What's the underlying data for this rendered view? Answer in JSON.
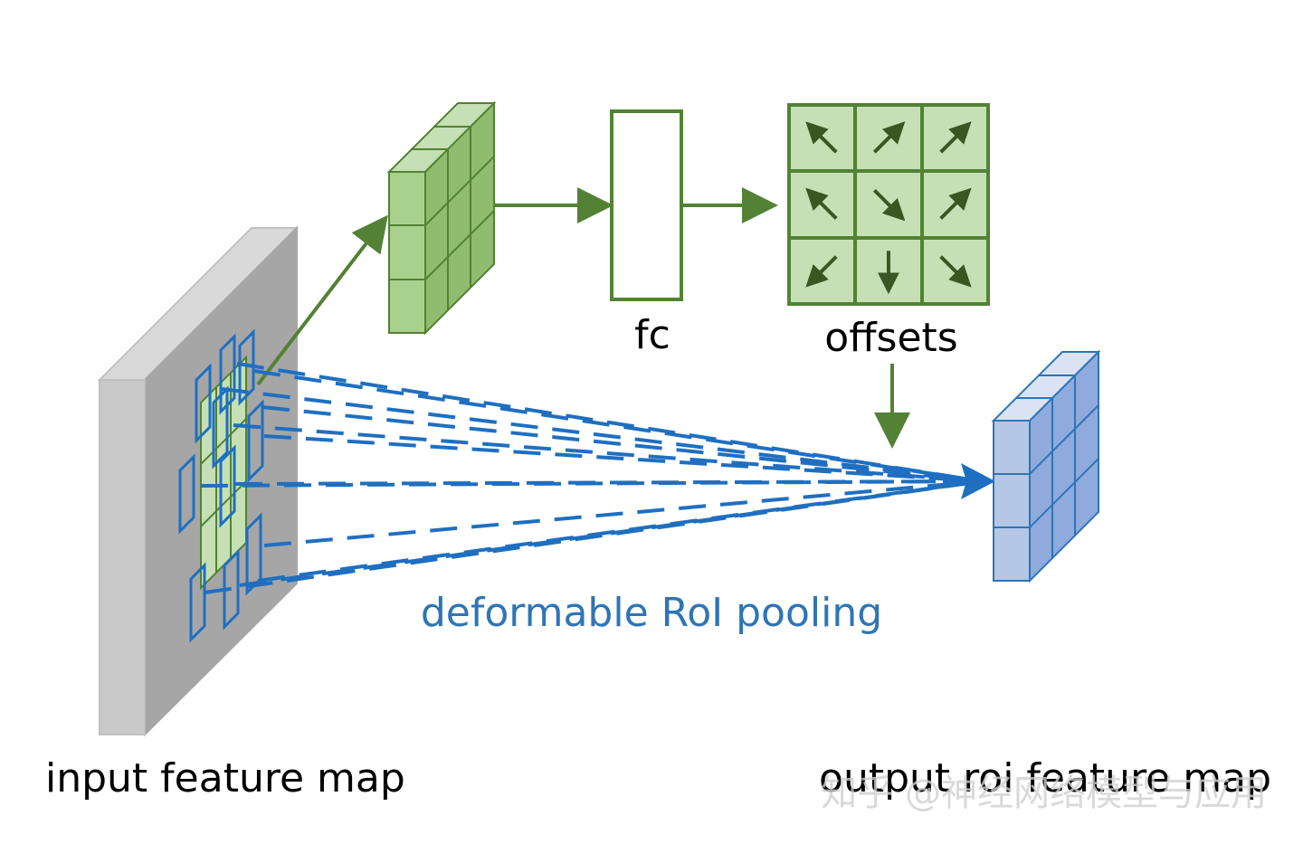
{
  "labels": {
    "fc": "fc",
    "offsets": "offsets",
    "pooling": "deformable RoI pooling",
    "input": "input feature map",
    "output": "output roi feature map",
    "watermark": "知乎 @神经网络模型与应用"
  },
  "offset_arrows": [
    {
      "row": 0,
      "col": 0,
      "direction": "up-left"
    },
    {
      "row": 0,
      "col": 1,
      "direction": "up-right"
    },
    {
      "row": 0,
      "col": 2,
      "direction": "up-right"
    },
    {
      "row": 1,
      "col": 0,
      "direction": "up-left"
    },
    {
      "row": 1,
      "col": 1,
      "direction": "down-right"
    },
    {
      "row": 1,
      "col": 2,
      "direction": "up-right"
    },
    {
      "row": 2,
      "col": 0,
      "direction": "down-left"
    },
    {
      "row": 2,
      "col": 1,
      "direction": "down"
    },
    {
      "row": 2,
      "col": 2,
      "direction": "down-right"
    }
  ],
  "colors": {
    "green_dark": "#538135",
    "green_face": "#a9d18e",
    "green_light": "#c5e0b4",
    "blue_line": "#1f6fc1",
    "blue_face": "#b4c7e7",
    "blue_dark": "#2e75b6",
    "text_blue": "#2e75b6",
    "panel_front": "#bfbfbf",
    "panel_side": "#a6a6a6",
    "panel_top": "#d9d9d9"
  }
}
